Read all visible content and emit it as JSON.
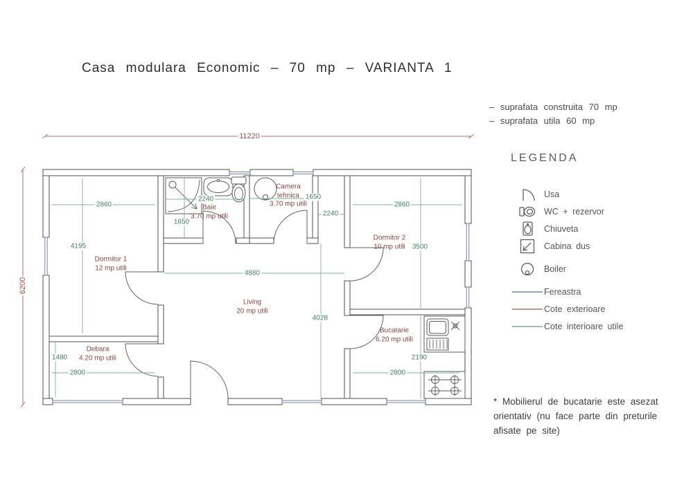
{
  "title": "Casa modulara Economic – 70 mp – VARIANTA 1",
  "summary": {
    "construita": "– suprafata construita 70 mp",
    "utila": "– suprafata utila 60 mp"
  },
  "plan": {
    "exterior": {
      "width": "11220",
      "height": "6200"
    },
    "rooms": [
      {
        "name": "Dormitor 1",
        "area": "12 mp utili",
        "width": "2860",
        "height": "4195"
      },
      {
        "name": "Baie",
        "area": "3.70 mp utili",
        "width": "2240",
        "height": "1650"
      },
      {
        "name": "Camera tehnica",
        "area": "3.70 mp utili",
        "width": "1650",
        "height": "2240"
      },
      {
        "name": "Dormitor 2",
        "area": "10 mp utili",
        "width": "2860",
        "height": "3500"
      },
      {
        "name": "Living",
        "area": "20 mp utili",
        "width": "4880",
        "height": "4028"
      },
      {
        "name": "Debara",
        "area": "4.20 mp utili",
        "width": "2800",
        "height": "1480"
      },
      {
        "name": "Bucatarie",
        "area": "6.20 mp utili",
        "width": "2800",
        "height": "2190"
      }
    ]
  },
  "legend": {
    "title": "LEGENDA",
    "items": [
      {
        "icon": "door-icon",
        "label": "Usa"
      },
      {
        "icon": "wc-icon",
        "label": "WC + rezervor"
      },
      {
        "icon": "sink-icon",
        "label": "Chiuveta"
      },
      {
        "icon": "shower-icon",
        "label": "Cabina dus"
      },
      {
        "icon": "boiler-icon",
        "label": "Boiler"
      },
      {
        "icon": "window-line-icon",
        "label": "Fereastra",
        "color": "#7580b5"
      },
      {
        "icon": "ext-dim-line-icon",
        "label": "Cote exterioare",
        "color": "#a8736e"
      },
      {
        "icon": "int-dim-line-icon",
        "label": "Cote interioare utile",
        "color": "#7fae99"
      }
    ]
  },
  "note": {
    "text": "* Mobilierul de bucatarie este asezat orientativ (nu face parte din preturile afisate pe site)"
  },
  "colors": {
    "wall": "#4f4f4f",
    "window": "#7580b5",
    "exterior_dim": "#9a4f49",
    "interior_dim": "#3e7f60",
    "room_label": "#8a4543"
  }
}
